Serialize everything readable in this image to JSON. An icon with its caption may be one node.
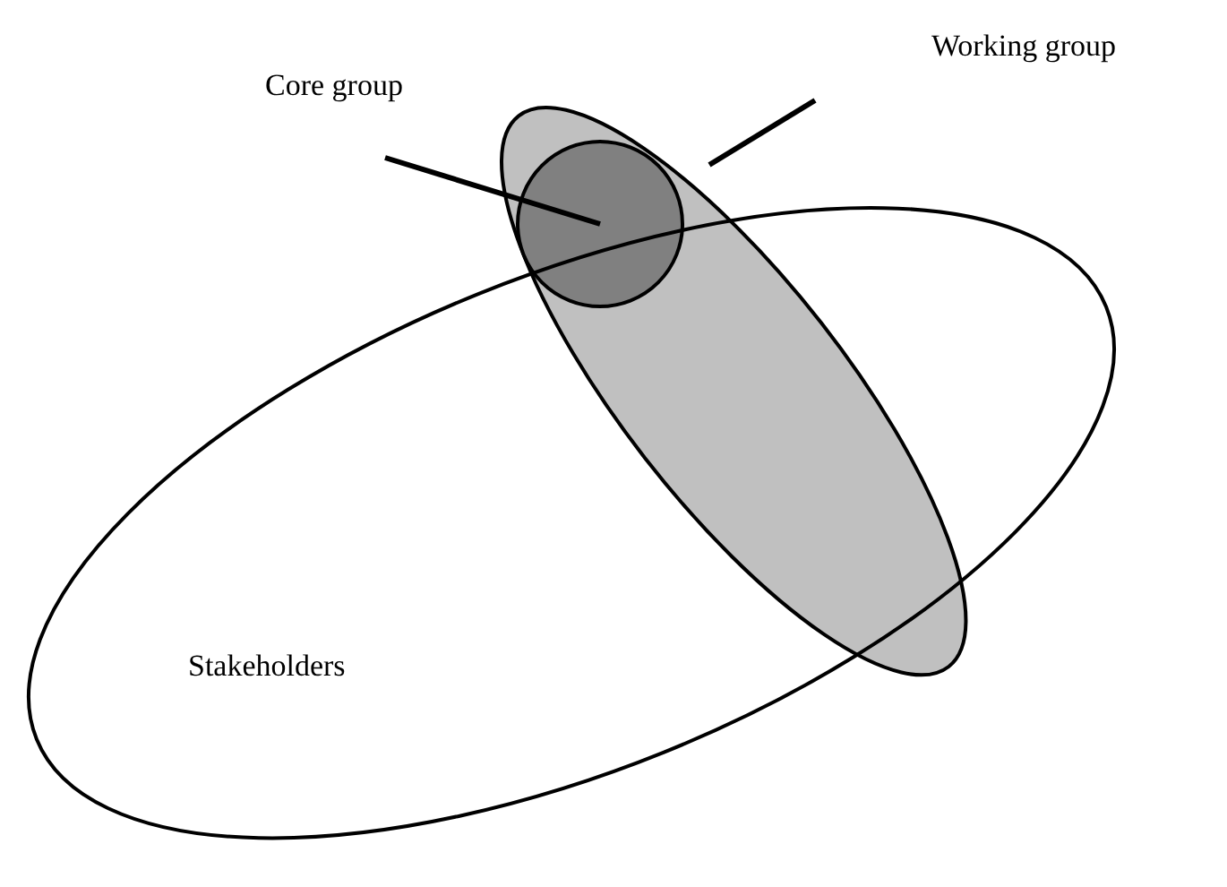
{
  "diagram": {
    "nodes": [
      {
        "text": [
          "Core group"
        ]
      },
      {
        "text": [
          "Working group"
        ]
      },
      {
        "text": [
          "Stakeholders"
        ]
      },
      {
        "text": [],
        "shape": "ellipse"
      },
      {
        "text": [],
        "shape": "circle",
        "in": 3
      }
    ],
    "edges": [
      {
        "from": 0,
        "to": 4,
        "arrow": "none"
      },
      {
        "from": 1,
        "to": 3,
        "arrow": "none"
      }
    ]
  }
}
